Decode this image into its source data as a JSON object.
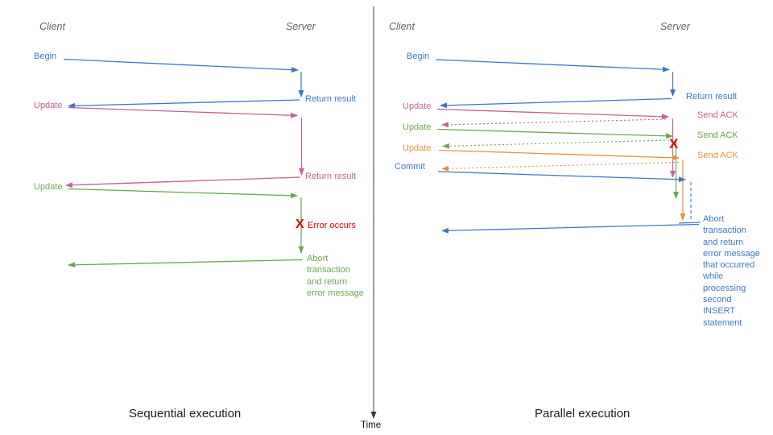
{
  "diagram": {
    "time_axis": {
      "label": "Time"
    },
    "panels": [
      {
        "caption": "Sequential execution",
        "client_header": "Client",
        "server_header": "Server",
        "labels": {
          "begin": "Begin",
          "return_result_1": "Return result",
          "update_1": "Update",
          "return_result_2": "Return result",
          "update_2": "Update",
          "error_x": "X",
          "error_occurs": "Error occurs",
          "abort_note": "Abort\ntransaction\nand return\nerror message"
        }
      },
      {
        "caption": "Parallel execution",
        "client_header": "Client",
        "server_header": "Server",
        "labels": {
          "begin": "Begin",
          "return_result": "Return result",
          "update_1": "Update",
          "send_ack_1": "Send ACK",
          "update_2": "Update",
          "send_ack_2": "Send ACK",
          "update_3": "Update",
          "send_ack_3": "Send ACK",
          "commit": "Commit",
          "error_x": "X",
          "abort_note": "Abort\ntransaction\nand return\nerror message\nthat occurred\nwhile\nprocessing\nsecond\nINSERT\nstatement"
        }
      }
    ]
  },
  "colors": {
    "blue": "#3d78c8",
    "pink": "#c26296",
    "green": "#6aa84f",
    "orange": "#e69138",
    "red": "#e60000",
    "axis": "#3b3b3b",
    "header": "#5f6368",
    "caption": "#1f1f1f"
  }
}
